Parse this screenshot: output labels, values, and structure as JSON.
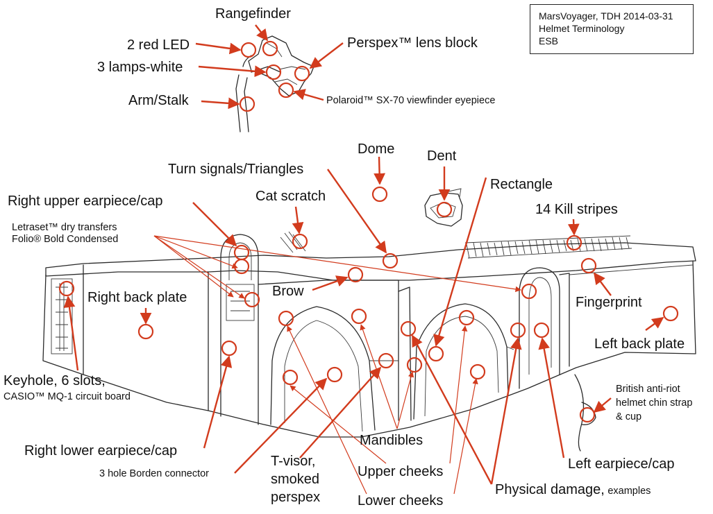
{
  "note": {
    "line1": "MarsVoyager, TDH 2014-03-31",
    "line2": "Helmet Terminology",
    "line3": "ESB"
  },
  "labels": {
    "rangefinder": "Rangefinder",
    "red_led": "2 red LED",
    "perspex_lens": "Perspex™ lens block",
    "lamps_white": "3 lamps-white",
    "arm_stalk": "Arm/Stalk",
    "viewfinder": "Polaroid™ SX-70 viewfinder eyepiece",
    "dome": "Dome",
    "dent": "Dent",
    "turn_signals": "Turn signals/Triangles",
    "rectangle": "Rectangle",
    "right_upper_earpiece": "Right upper earpiece/cap",
    "cat_scratch": "Cat scratch",
    "kill_stripes": "14 Kill stripes",
    "letraset_1": "Letraset™ dry transfers",
    "letraset_2": "Folio® Bold Condensed",
    "brow": "Brow",
    "right_back_plate": "Right back plate",
    "fingerprint": "Fingerprint",
    "left_back_plate": "Left back plate",
    "keyhole_1": "Keyhole, 6 slots,",
    "keyhole_2": "CASIO™ MQ-1 circuit board",
    "chin_strap_1": "British anti-riot",
    "chin_strap_2": "helmet chin strap",
    "chin_strap_3": "& cup",
    "mandibles": "Mandibles",
    "right_lower_earpiece": "Right lower earpiece/cap",
    "left_earpiece": "Left earpiece/cap",
    "borden_connector": "3 hole Borden connector",
    "tvisor_1": "T-visor,",
    "tvisor_2": "smoked",
    "tvisor_3": "perspex",
    "upper_cheeks": "Upper cheeks",
    "lower_cheeks": "Lower cheeks",
    "physical_damage": "Physical damage,",
    "examples": "examples"
  },
  "colors": {
    "annotation": "#d23b1d",
    "ink": "#2a2a2a"
  }
}
